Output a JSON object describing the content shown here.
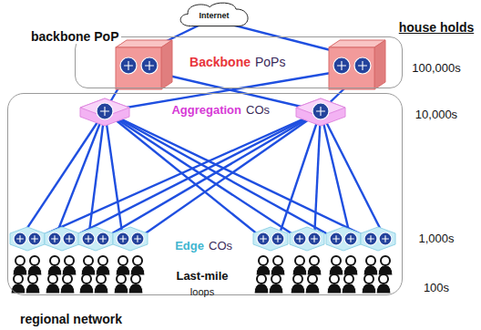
{
  "diagram": {
    "nodes": [
      {
        "text": [
          "Internet"
        ]
      },
      {
        "text": [
          "backbone PoP"
        ]
      },
      {
        "text": [
          "regional network"
        ]
      }
    ],
    "labels": [
      "Backbone",
      "PoPs",
      "Aggregation",
      "COs",
      "Edge",
      "COs",
      "Last-mile",
      "loops",
      "house holds",
      "100,000s",
      "10,000s",
      "1,000s",
      "100s"
    ]
  }
}
